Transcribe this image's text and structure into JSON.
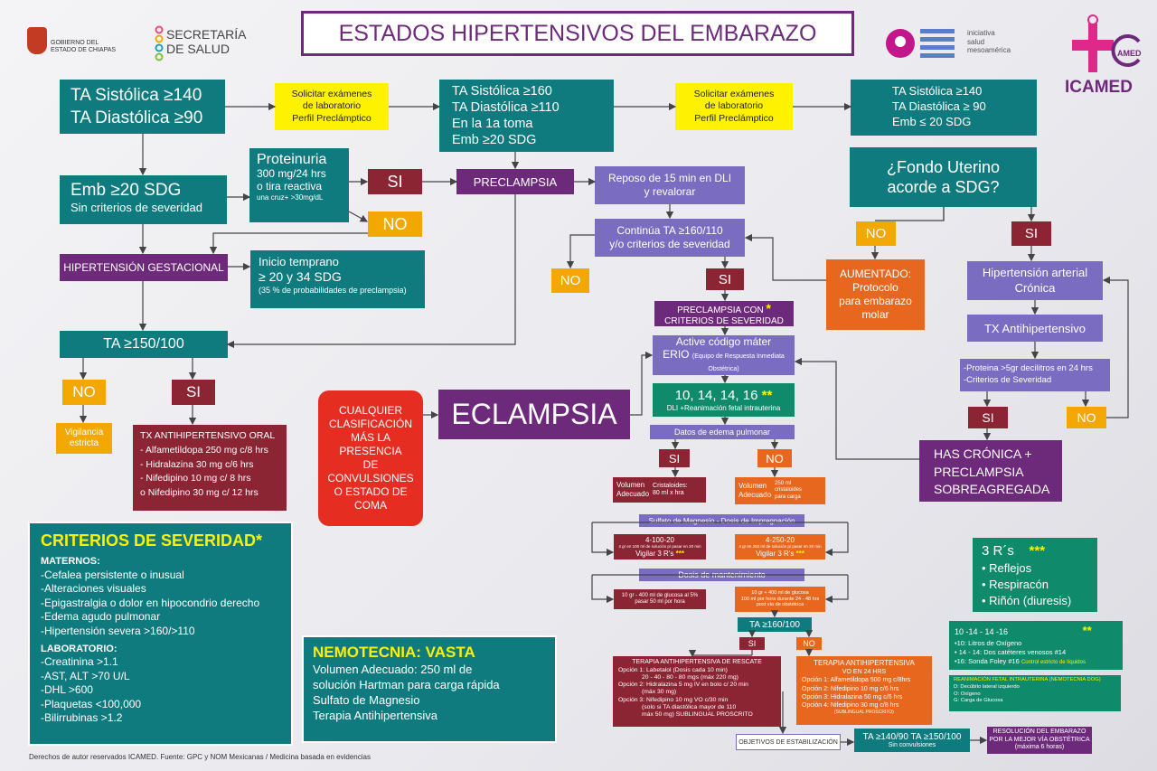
{
  "header": {
    "title": "ESTADOS HIPERTENSIVOS DEL EMBARAZO",
    "gov_line1": "GOBIERNO DEL",
    "gov_line2": "ESTADO DE CHIAPAS",
    "sec_line1": "SECRETARÍA",
    "sec_line2": "DE SALUD",
    "ini_line1": "iniciativa",
    "ini_line2": "salud",
    "ini_line3": "mesoamérica",
    "icamed_tag": "AMED",
    "icamed_name": "ICAMED"
  },
  "left": {
    "ta_box_l1": "TA Sistólica ≥140",
    "ta_box_l2": "TA Diastólica ≥90",
    "lab_l1": "Solicitar exámenes",
    "lab_l2": "de laboratorio",
    "lab_l3": "Perfil Preclámptico",
    "emb_l1": "Emb ≥20 SDG",
    "emb_l2": "Sin criterios de severidad",
    "prot_l1": "Proteinuria",
    "prot_l2": "300 mg/24 hrs",
    "prot_l3": "o tira reactiva",
    "prot_l4": "una cruz+ >30mg/dL",
    "si": "SI",
    "no": "NO",
    "hip_gest": "HIPERTENSIÓN GESTACIONAL",
    "inicio_l1": "Inicio temprano",
    "inicio_l2": "≥ 20 y 34 SDG",
    "inicio_l3": "(35 % de probabilidades de preclampsia)",
    "ta150": "TA ≥150/100",
    "no2": "NO",
    "si2": "SI",
    "vig_l1": "Vigilancia",
    "vig_l2": "estricta",
    "tx_title": "TX ANTIHIPERTENSIVO ORAL",
    "tx_items": [
      "- Alfametildopa 250 mg c/8 hrs",
      "- Hidralazina 30 mg c/6 hrs",
      "- Nifedipino 10 mg c/ 8 hrs",
      "o Nifedipino 30 mg c/ 12 hrs"
    ]
  },
  "center": {
    "ta160_l1": "TA Sistólica ≥160",
    "ta160_l2": "TA Diastólica ≥110",
    "ta160_l3": "En la 1a toma",
    "ta160_l4": "Emb ≥20 SDG",
    "preclampsia": "PRECLAMPSIA",
    "reposo_l1": "Reposo de 15 min en DLI",
    "reposo_l2": "y revalorar",
    "continua_l1": "Continúa TA ≥160/110",
    "continua_l2": "y/o criterios de severidad",
    "no": "NO",
    "si": "SI",
    "prec_sev_l1": "PRECLAMPSIA CON",
    "prec_sev_l2": "CRITERIOS DE SEVERIDAD",
    "star1": "*",
    "cualquier": [
      "CUALQUIER",
      "CLASIFICACIÓN",
      "MÁS LA",
      "PRESENCIA",
      "DE",
      "CONVULSIONES",
      "O ESTADO DE",
      "COMA"
    ],
    "eclampsia": "ECLAMPSIA",
    "codigo_l1": "Active código máter",
    "codigo_l2": "ERIO",
    "codigo_l3": "(Equipo de Respuesta Inmediata Obstétrica)",
    "nums": "10, 14, 14, 16",
    "star2": "**",
    "nums_sub": "DLI +Reanimación fetal intrauterina",
    "edema": "Datos de edema pulmonar",
    "si_e": "SI",
    "no_e": "NO",
    "vol_a_l1": "Volumen",
    "vol_a_l2": "Adecuado",
    "vol_a_r1": "Cristaloides:",
    "vol_a_r2": "80 ml x hra",
    "vol_b_r1": "250 ml",
    "vol_b_r2": "cristaloides",
    "vol_b_r3": "para carga",
    "sulfato": "Sulfato de Magnesio - Dosis de Impregnación",
    "dose_a_l1": "4-100-20",
    "dose_a_l2": "4 gr en 100 ml de solución p/ pasar en 20 min",
    "dose_a_l3": "Vigilar 3 R's",
    "dose_b_l1": "4-250-20",
    "dose_b_l2": "4 gr en 250 ml de solución p/ pasar en 20 min",
    "dose_b_l3": "Vigilar 3 R's",
    "star3": "***",
    "mant": "Dosis de mantenimiento",
    "mant_a_l1": "10 gr - 400 ml de glucosa al 5%",
    "mant_a_l2": "pasar 50 ml por hora",
    "mant_b_l1": "10 gr + 400 ml de glucosa",
    "mant_b_l2": "100 ml por hora durante 24 - 48 hrs",
    "mant_b_l3": "post vía de obstétrica",
    "ta160b": "TA ≥160/100",
    "si_t": "SI",
    "no_t": "NO",
    "terapia_a_title": "TERAPIA ANTIHIPERTENSIVA DE RESCATE",
    "terapia_a_items": [
      "Opción 1: Labetalol (Dosis cada 10 min)",
      "20 - 40 - 80 - 80 mgs (máx 220 mg)",
      "Opción 2: Hidralazina 5 mg IV en bolo c/ 20 min",
      "(máx 30 mg)",
      "Opción 3: Nifedipino 10 mg VO c/30 min",
      "(solo si TA diastólica mayor de 110",
      "máx 50 mg) SUBLINGUAL PROSCRITO"
    ],
    "terapia_b_title_l1": "TERAPIA ANTIHIPERTENSIVA",
    "terapia_b_title_l2": "VO EN 24 HRS",
    "terapia_b_items": [
      "Opción 1: Alfametildopa 500 mg c/8hrs",
      "Opción 2: Nifedipino 10 mg c/6 hrs",
      "Opción 3: Hidralazina 50 mg c/6 hrs",
      "Opción 4: Nifedipino 30 mg c/8 hrs",
      "(SUBLINGUAL PROSCRITO)"
    ],
    "objetivos": "OBJETIVOS DE ESTABILIZACIÓN",
    "ta140_l1": "TA ≥140/90   TA ≥150/100",
    "ta140_l2": "Sin convulsiones",
    "resolucion_l1": "RESOLUCIÓN DEL EMBARAZO",
    "resolucion_l2": "POR LA MEJOR VÍA OBSTÉTRICA",
    "resolucion_l3": "(máxima 6 horas)"
  },
  "right": {
    "ta_l1": "TA Sistólica ≥140",
    "ta_l2": "TA Diastólica ≥ 90",
    "ta_l3": "Emb ≤ 20 SDG",
    "lab_l1": "Solicitar exámenes",
    "lab_l2": "de laboratorio",
    "lab_l3": "Perfil Preclámptico",
    "fondo_l1": "¿Fondo Uterino",
    "fondo_l2": "acorde a SDG?",
    "no": "NO",
    "si": "SI",
    "aumentado_l1": "AUMENTADO:",
    "aumentado_l2": "Protocolo",
    "aumentado_l3": "para embarazo",
    "aumentado_l4": "molar",
    "hip_cron_l1": "Hipertensión arterial",
    "hip_cron_l2": "Crónica",
    "tx": "TX Antihipertensivo",
    "prot_l1": "-Proteina >5gr decilitros en 24 hrs",
    "prot_l2": "-Criterios de Severidad",
    "si2": "SI",
    "no2": "NO",
    "has_l1": "HAS CRÓNICA +",
    "has_l2": "PRECLAMPSIA",
    "has_l3": "SOBREAGREGADA",
    "rs_title": "3 R´s",
    "rs_star": "***",
    "rs_items": [
      "• Reflejos",
      "• Respiracón",
      "• Riñón (diuresis)"
    ],
    "ten_title": "10 -14 - 14 -16",
    "ten_star": "**",
    "ten_items": [
      "•10: Litros de Oxígeno",
      "• 14 - 14: Dos catéteres venosos #14",
      "•16: Sonda Foley #16"
    ],
    "ten_note": "Control estricto de líquidos",
    "reanim_title": "REANIMACIÓN FETAL INTRAUTERINA (NEMOTECNIA DOG)",
    "reanim_items": [
      "D: Decúbito lateral izquierdo",
      "O: Oxígeno",
      "G: Carga de Glucosa"
    ]
  },
  "criterios": {
    "title": "CRITERIOS DE SEVERIDAD",
    "star": "*",
    "maternos": "MATERNOS:",
    "mat_items": [
      "-Cefalea persistente o inusual",
      "-Alteraciones visuales",
      "-Epigastralgia o dolor en hipocondrio derecho",
      "-Edema agudo pulmonar",
      "-Hipertensión severa >160/>110"
    ],
    "laboratorio": "LABORATORIO:",
    "lab_items": [
      "-Creatinina >1.1",
      "-AST, ALT >70 U/L",
      "-DHL >600",
      "-Plaquetas <100,000",
      "-Bilirrubinas >1.2"
    ]
  },
  "nemotecnia": {
    "title": "NEMOTECNIA: VASTA",
    "items": [
      "Volumen Adecuado: 250 ml de",
      "solución Hartman para carga rápida",
      "Sulfato de Magnesio",
      "Terapia Antihipertensiva"
    ]
  },
  "footer": "Derechos de autor reservados ICAMED. Fuente: GPC y NOM Mexicanas / Medicina basada en evidencias",
  "colors": {
    "teal": "#0f7b7f",
    "purple": "#6e2a7a",
    "lavender": "#7a6cc0",
    "maroon": "#8b2433",
    "orange": "#e8671f",
    "yellow": "#fff200",
    "gold": "#f2a800",
    "red": "#e52d22"
  }
}
